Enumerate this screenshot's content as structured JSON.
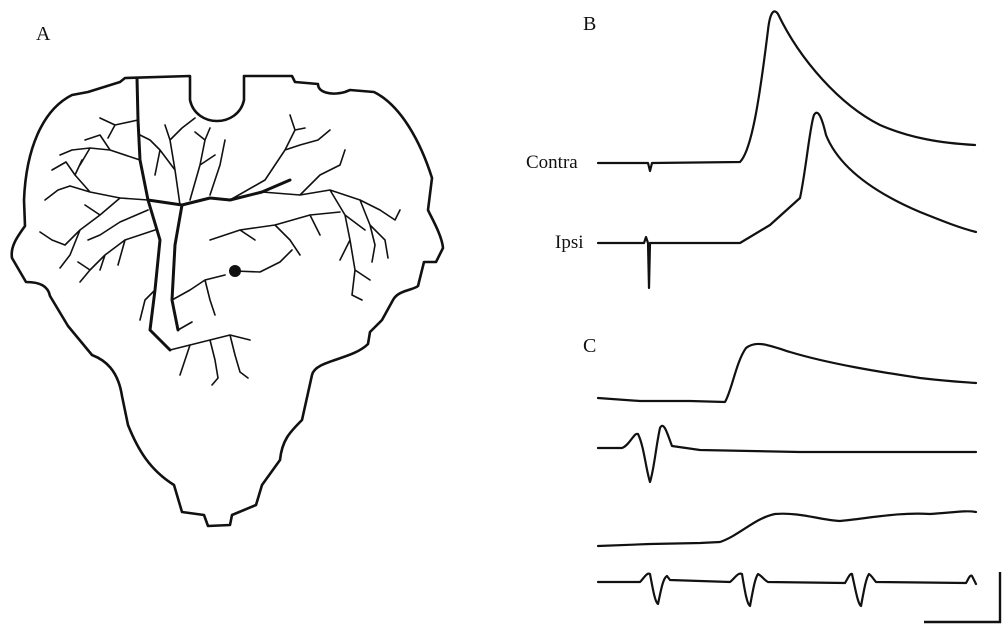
{
  "panels": {
    "a": {
      "label": "A"
    },
    "b": {
      "label": "B",
      "traces": [
        {
          "label": "Contra"
        },
        {
          "label": "Ipsi"
        }
      ]
    },
    "c": {
      "label": "C"
    }
  },
  "colors": {
    "ink": "#111111",
    "background": "#ffffff"
  }
}
